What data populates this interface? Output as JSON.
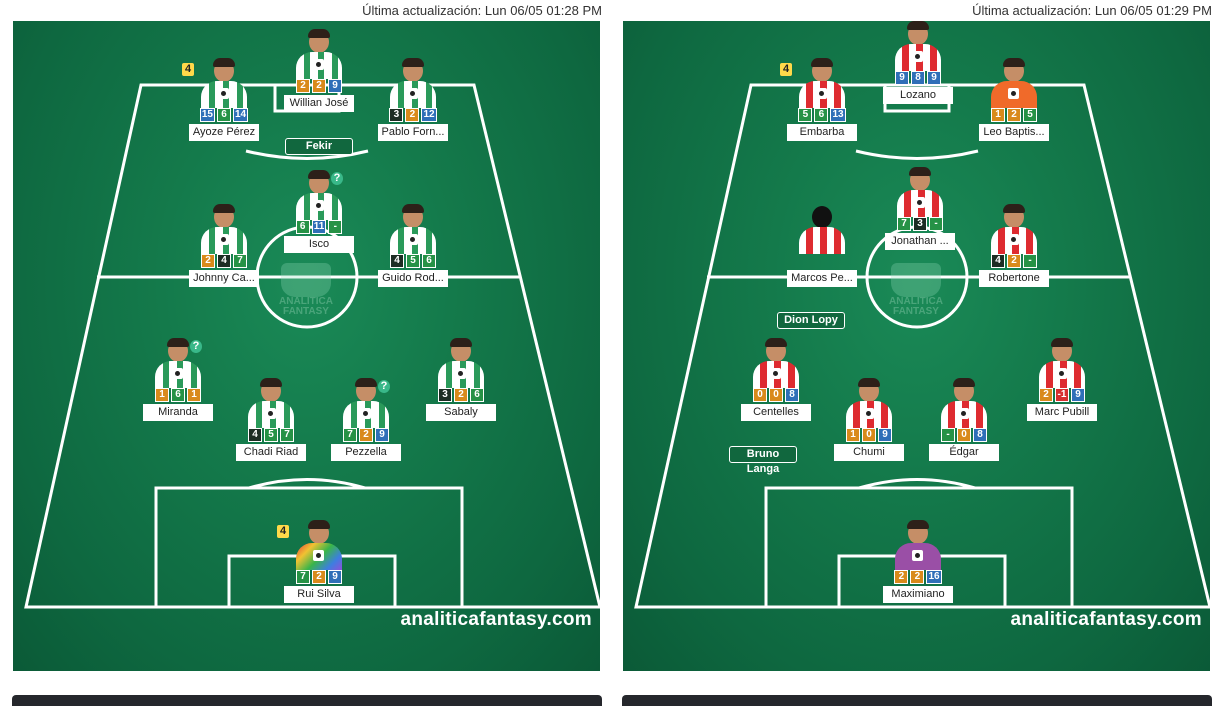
{
  "colors": {
    "pill_orange": "#d98a1b",
    "pill_green": "#269246",
    "pill_blue": "#2f6fb8",
    "pill_dark": "#1d2d24"
  },
  "left_panel": {
    "updated": "Última actualización: Lun 06/05 01:28 PM",
    "brand": "analiticafantasy.com",
    "crest_text": "ANALITICA FANTASY",
    "players": [
      {
        "name": "Willian José",
        "kit": "betis",
        "pts": [
          {
            "v": "2",
            "c": "pill_orange"
          },
          {
            "v": "2",
            "c": "pill_orange"
          },
          {
            "v": "9",
            "c": "pill_blue"
          }
        ]
      },
      {
        "name": "Ayoze Pérez",
        "kit": "betis",
        "flag": "4",
        "pts": [
          {
            "v": "15",
            "c": "pill_blue"
          },
          {
            "v": "6",
            "c": "pill_green"
          },
          {
            "v": "14",
            "c": "pill_blue"
          }
        ]
      },
      {
        "name": "Pablo Forn...",
        "kit": "betis",
        "pts": [
          {
            "v": "3",
            "c": "pill_dark"
          },
          {
            "v": "2",
            "c": "pill_orange"
          },
          {
            "v": "12",
            "c": "pill_blue"
          }
        ]
      },
      {
        "name": "Isco",
        "kit": "betis",
        "q": "?",
        "pts": [
          {
            "v": "6",
            "c": "pill_green"
          },
          {
            "v": "11",
            "c": "pill_blue"
          },
          {
            "v": "-",
            "c": "pill_green"
          }
        ]
      },
      {
        "name": "Johnny Ca...",
        "kit": "betis",
        "pts": [
          {
            "v": "2",
            "c": "pill_orange"
          },
          {
            "v": "4",
            "c": "pill_dark"
          },
          {
            "v": "7",
            "c": "pill_green"
          }
        ]
      },
      {
        "name": "Guido Rod...",
        "kit": "betis",
        "pts": [
          {
            "v": "4",
            "c": "pill_dark"
          },
          {
            "v": "5",
            "c": "pill_green"
          },
          {
            "v": "6",
            "c": "pill_green"
          }
        ]
      },
      {
        "name": "Miranda",
        "kit": "betis",
        "q": "?",
        "pts": [
          {
            "v": "1",
            "c": "pill_orange"
          },
          {
            "v": "6",
            "c": "pill_green"
          },
          {
            "v": "1",
            "c": "pill_orange"
          }
        ]
      },
      {
        "name": "Sabaly",
        "kit": "betis",
        "pts": [
          {
            "v": "3",
            "c": "pill_dark"
          },
          {
            "v": "2",
            "c": "pill_orange"
          },
          {
            "v": "6",
            "c": "pill_green"
          }
        ]
      },
      {
        "name": "Chadi Riad",
        "kit": "betis",
        "pts": [
          {
            "v": "4",
            "c": "pill_dark"
          },
          {
            "v": "5",
            "c": "pill_green"
          },
          {
            "v": "7",
            "c": "pill_green"
          }
        ]
      },
      {
        "name": "Pezzella",
        "kit": "betis",
        "q": "?",
        "pts": [
          {
            "v": "7",
            "c": "pill_green"
          },
          {
            "v": "2",
            "c": "pill_orange"
          },
          {
            "v": "9",
            "c": "pill_blue"
          }
        ]
      },
      {
        "name": "Rui Silva",
        "kit": "betis_gk",
        "flag": "4",
        "pts": [
          {
            "v": "7",
            "c": "pill_green"
          },
          {
            "v": "2",
            "c": "pill_orange"
          },
          {
            "v": "9",
            "c": "pill_blue"
          }
        ]
      }
    ],
    "subs": [
      "Fekir"
    ]
  },
  "right_panel": {
    "updated": "Última actualización: Lun 06/05 01:29 PM",
    "brand": "analiticafantasy.com",
    "crest_text": "ANALITICA FANTASY",
    "players": [
      {
        "name": "Lozano",
        "kit": "almeria",
        "pts": [
          {
            "v": "9",
            "c": "pill_blue"
          },
          {
            "v": "8",
            "c": "pill_blue"
          },
          {
            "v": "9",
            "c": "pill_blue"
          }
        ]
      },
      {
        "name": "Embarba",
        "kit": "almeria",
        "flag": "4",
        "pts": [
          {
            "v": "5",
            "c": "pill_green"
          },
          {
            "v": "6",
            "c": "pill_green"
          },
          {
            "v": "13",
            "c": "pill_blue"
          }
        ]
      },
      {
        "name": "Leo Baptis...",
        "kit": "almeria_alt",
        "pts": [
          {
            "v": "1",
            "c": "pill_orange"
          },
          {
            "v": "2",
            "c": "pill_orange"
          },
          {
            "v": "5",
            "c": "pill_green"
          }
        ]
      },
      {
        "name": "Jonathan ...",
        "kit": "almeria",
        "pts": [
          {
            "v": "7",
            "c": "pill_green"
          },
          {
            "v": "3",
            "c": "pill_dark"
          },
          {
            "v": "-",
            "c": "pill_green"
          }
        ]
      },
      {
        "name": "Marcos Pe...",
        "kit": "almeria_unknown",
        "pts": []
      },
      {
        "name": "Robertone",
        "kit": "almeria",
        "pts": [
          {
            "v": "4",
            "c": "pill_dark"
          },
          {
            "v": "2",
            "c": "pill_orange"
          },
          {
            "v": "-",
            "c": "pill_green"
          }
        ]
      },
      {
        "name": "Centelles",
        "kit": "almeria",
        "pts": [
          {
            "v": "0",
            "c": "pill_orange"
          },
          {
            "v": "0",
            "c": "pill_orange"
          },
          {
            "v": "8",
            "c": "pill_blue"
          }
        ]
      },
      {
        "name": "Marc Pubill",
        "kit": "almeria",
        "pts": [
          {
            "v": "2",
            "c": "pill_orange"
          },
          {
            "v": "-1",
            "c": "pill_red"
          },
          {
            "v": "9",
            "c": "pill_blue"
          }
        ]
      },
      {
        "name": "Chumi",
        "kit": "almeria",
        "pts": [
          {
            "v": "1",
            "c": "pill_orange"
          },
          {
            "v": "0",
            "c": "pill_orange"
          },
          {
            "v": "9",
            "c": "pill_blue"
          }
        ]
      },
      {
        "name": "Édgar",
        "kit": "almeria",
        "pts": [
          {
            "v": "-",
            "c": "pill_green"
          },
          {
            "v": "0",
            "c": "pill_orange"
          },
          {
            "v": "8",
            "c": "pill_blue"
          }
        ]
      },
      {
        "name": "Maximiano",
        "kit": "almeria_gk",
        "pts": [
          {
            "v": "2",
            "c": "pill_orange"
          },
          {
            "v": "2",
            "c": "pill_orange"
          },
          {
            "v": "16",
            "c": "pill_blue"
          }
        ]
      }
    ],
    "subs": [
      "Dion Lopy",
      "Bruno Langa"
    ]
  }
}
